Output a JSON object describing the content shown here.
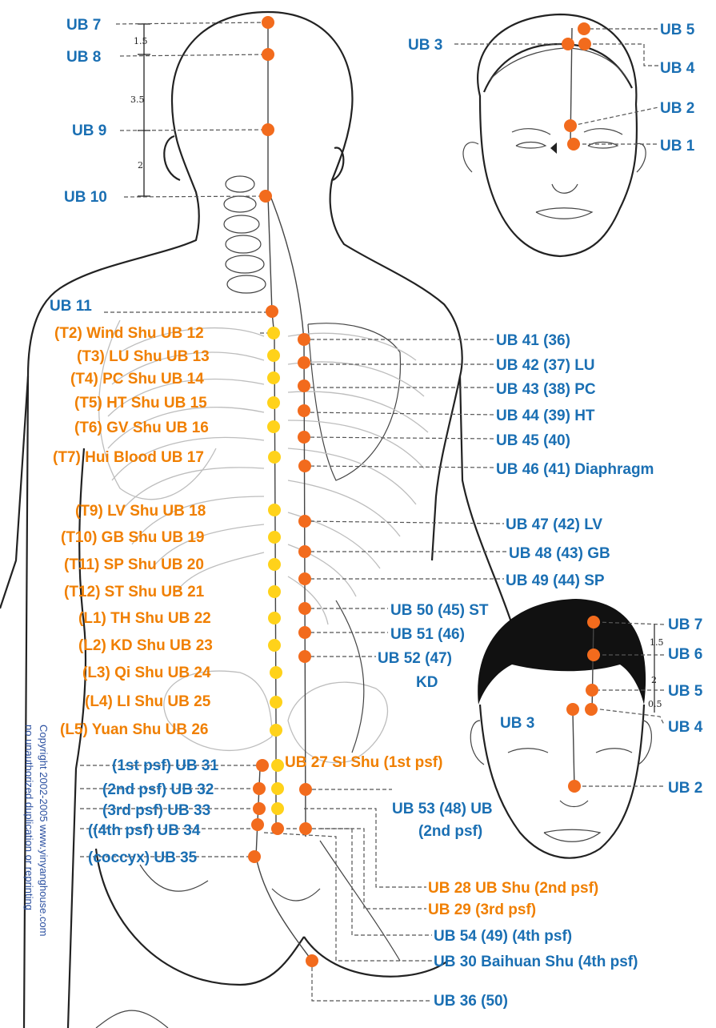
{
  "head_back": {
    "labels": [
      "UB 7",
      "UB 8",
      "UB 9",
      "UB 10"
    ],
    "measures": [
      "1.5",
      "3.5",
      "2"
    ]
  },
  "face": {
    "labels_right": [
      "UB 5",
      "UB 4",
      "UB 2",
      "UB 1"
    ],
    "label_left": "UB 3"
  },
  "back_blue": [
    "UB 11"
  ],
  "back_orange_left": [
    "(T2) Wind Shu UB 12",
    "(T3) LU Shu UB 13",
    "(T4) PC Shu UB 14",
    "(T5) HT Shu UB 15",
    "(T6) GV Shu UB 16",
    "(T7) Hui Blood UB 17",
    "(T9) LV Shu UB 18",
    "(T10) GB Shu UB 19",
    "(T11) SP Shu UB 20",
    "(T12) ST Shu UB 21",
    "(L1) TH Shu UB 22",
    "(L2) KD Shu UB 23",
    "(L3) Qi Shu UB 24",
    "(L4) LI Shu UB 25",
    "(L5) Yuan Shu UB 26"
  ],
  "back_blue_left_lower": [
    "(1st psf) UB 31",
    "(2nd psf) UB 32",
    "(3rd psf) UB 33",
    "((4th psf) UB 34",
    "(coccyx) UB 35"
  ],
  "outer_right": [
    "UB 41 (36)",
    "UB 42 (37) LU",
    "UB 43 (38) PC",
    "UB 44 (39) HT",
    "UB 45 (40)",
    "UB 46 (41) Diaphragm",
    "UB 47 (42) LV",
    "UB 48 (43) GB",
    "UB 49 (44) SP",
    "UB 50 (45) ST",
    "UB 51 (46)",
    "UB 52 (47)",
    "KD"
  ],
  "sacral_right": {
    "ub27": "UB 27 SI Shu (1st psf)",
    "ub53_line1": "UB 53 (48) UB",
    "ub53_line2": "(2nd psf)",
    "ub28": "UB 28 UB Shu (2nd psf)",
    "ub29": "UB 29 (3rd psf)",
    "ub54": "UB 54 (49) (4th psf)",
    "ub30": "UB 30 Baihuan Shu (4th psf)",
    "ub36": "UB 36 (50)"
  },
  "face2": {
    "labels_right": [
      "UB 7",
      "UB 6",
      "UB 5",
      "UB 4",
      "UB 2"
    ],
    "label_left": "UB 3",
    "measures": [
      "1.5",
      "2",
      "0.5"
    ]
  },
  "copyright": {
    "line1": "Copyright 2002-2005 www.yinyanghouse.com",
    "line2": "no unauthorized duplication or reprinting"
  },
  "colors": {
    "blue_label": "#1a6fb3",
    "orange_label": "#f07f00",
    "orange_point": "#f26b1d",
    "yellow_point": "#ffd21a"
  }
}
